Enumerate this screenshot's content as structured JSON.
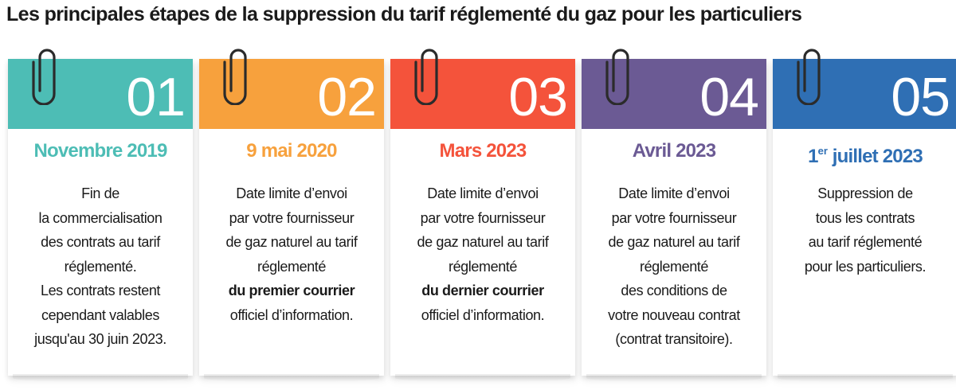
{
  "title": "Les principales étapes de la suppression du tarif réglementé du gaz pour les particuliers",
  "icon": "paperclip-icon",
  "steps": [
    {
      "number": "01",
      "color": "#4dbdb5",
      "date": "Novembre 2019",
      "lines": [
        {
          "text": "Fin de",
          "bold": false
        },
        {
          "text": "la commercialisation",
          "bold": false
        },
        {
          "text": "des contrats au tarif",
          "bold": false
        },
        {
          "text": "réglementé.",
          "bold": false
        },
        {
          "text": "Les contrats restent",
          "bold": false
        },
        {
          "text": "cependant valables",
          "bold": false
        },
        {
          "text": "jusqu'au 30 juin 2023.",
          "bold": false
        }
      ]
    },
    {
      "number": "02",
      "color": "#f7a13d",
      "date": "9 mai 2020",
      "lines": [
        {
          "text": "Date limite d’envoi",
          "bold": false
        },
        {
          "text": "par votre fournisseur",
          "bold": false
        },
        {
          "text": "de gaz naturel au tarif",
          "bold": false
        },
        {
          "text": "réglementé",
          "bold": false
        },
        {
          "text": "du premier courrier",
          "bold": true
        },
        {
          "text": "officiel d’information.",
          "bold": false
        }
      ]
    },
    {
      "number": "03",
      "color": "#f4533b",
      "date": "Mars 2023",
      "lines": [
        {
          "text": "Date limite d’envoi",
          "bold": false
        },
        {
          "text": "par votre fournisseur",
          "bold": false
        },
        {
          "text": "de gaz naturel au tarif",
          "bold": false
        },
        {
          "text": "réglementé",
          "bold": false
        },
        {
          "text": "du dernier courrier",
          "bold": true
        },
        {
          "text": "officiel d’information.",
          "bold": false
        }
      ]
    },
    {
      "number": "04",
      "color": "#6b5a94",
      "date": "Avril 2023",
      "lines": [
        {
          "text": "Date limite d’envoi",
          "bold": false
        },
        {
          "text": "par votre fournisseur",
          "bold": false
        },
        {
          "text": "de gaz naturel au tarif",
          "bold": false
        },
        {
          "text": "réglementé",
          "bold": false
        },
        {
          "text": "des conditions de",
          "bold": false
        },
        {
          "text": "votre nouveau contrat",
          "bold": false
        },
        {
          "text": "(contrat transitoire).",
          "bold": false
        }
      ]
    },
    {
      "number": "05",
      "color": "#2f6fb4",
      "date_sup_prefix": "1",
      "date_sup": "er",
      "date_rest": " juillet 2023",
      "lines": [
        {
          "text": "Suppression de",
          "bold": false
        },
        {
          "text": "tous les contrats",
          "bold": false
        },
        {
          "text": "au tarif réglementé",
          "bold": false
        },
        {
          "text": "pour les particuliers.",
          "bold": false
        }
      ]
    }
  ]
}
